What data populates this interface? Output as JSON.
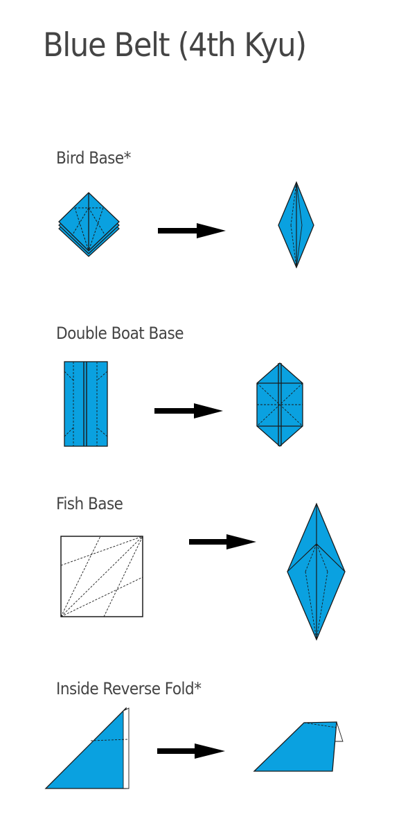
{
  "title": "Blue Belt (4th Kyu)",
  "colors": {
    "paper_blue": "#0aa1e0",
    "outline": "#1a1a1a",
    "arrow": "#000000"
  },
  "sections": [
    {
      "label": "Bird Base*",
      "from_icon": "square-base-folded-icon",
      "to_icon": "bird-base-diamond-icon"
    },
    {
      "label": "Double Boat Base",
      "from_icon": "rectangle-folded-icon",
      "to_icon": "hexagon-boat-base-icon"
    },
    {
      "label": "Fish Base",
      "from_icon": "crease-pattern-square-icon",
      "to_icon": "fish-base-kite-icon"
    },
    {
      "label": "Inside Reverse Fold*",
      "from_icon": "triangle-flap-icon",
      "to_icon": "reverse-folded-flap-icon"
    }
  ]
}
